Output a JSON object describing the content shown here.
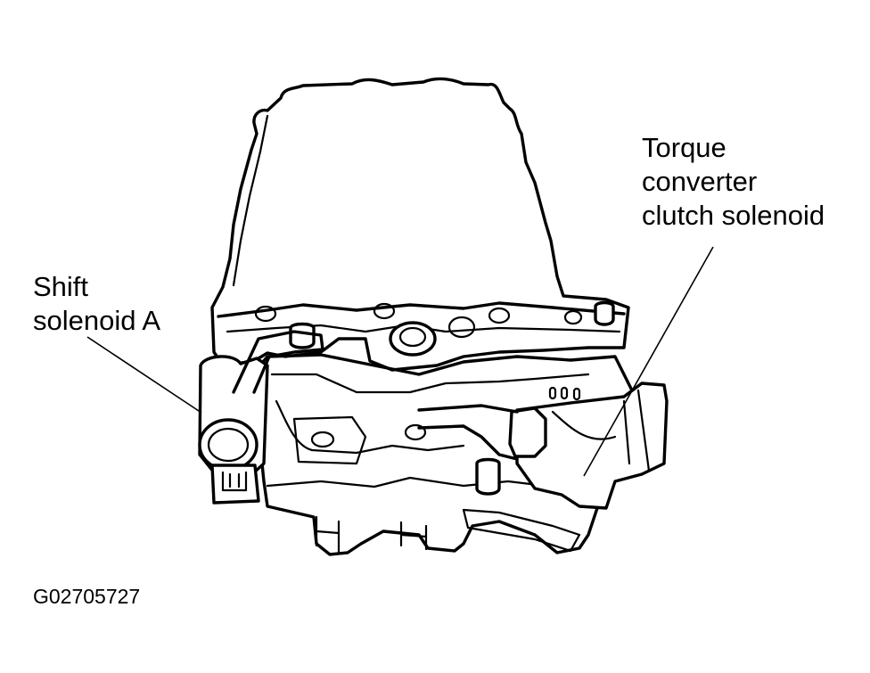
{
  "labels": {
    "shift_solenoid": [
      "Shift",
      "solenoid A"
    ],
    "tcc_solenoid": [
      "Torque",
      "converter",
      "clutch solenoid"
    ]
  },
  "figure_code": "G02705727",
  "colors": {
    "ink": "#000000",
    "paper": "#ffffff"
  }
}
